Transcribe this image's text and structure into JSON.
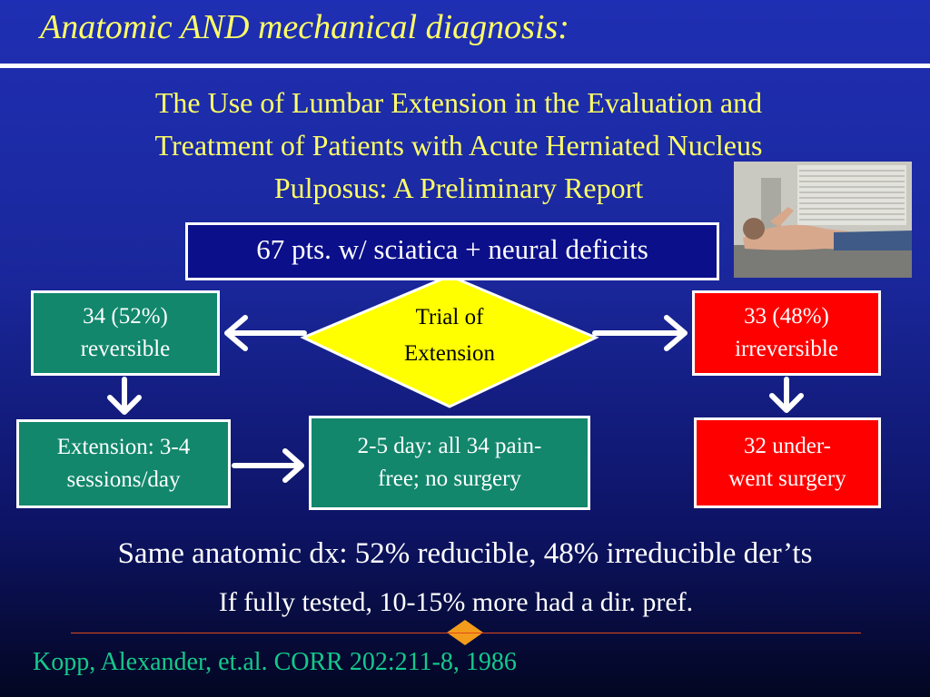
{
  "slide": {
    "title": "Anatomic AND mechanical diagnosis:",
    "paper_title_lines": [
      "The Use of Lumbar Extension in the Evaluation and",
      "Treatment of Patients with Acute Herniated Nucleus",
      "Pulposus: A Preliminary Report"
    ]
  },
  "flow": {
    "top_box": "67 pts. w/ sciatica + neural deficits",
    "decision_lines": [
      "Trial of",
      "Extension"
    ],
    "reversible_lines": [
      "34 (52%)",
      "reversible"
    ],
    "irreversible_lines": [
      "33 (48%)",
      "irreversible"
    ],
    "extension_lines": [
      "Extension: 3-4",
      "sessions/day"
    ],
    "painfree_lines": [
      "2-5 day: all 34 pain-",
      "free; no surgery"
    ],
    "surgery_lines": [
      "32 under-",
      "went surgery"
    ]
  },
  "summary": {
    "line1": "Same anatomic dx: 52% reducible, 48% irreducible der’ts",
    "line2": "If fully tested, 10-15% more had a dir. pref."
  },
  "citation": "Kopp, Alexander, et.al. CORR 202:211-8, 1986",
  "colors": {
    "title_yellow": "#ffff66",
    "teal_box": "#12876c",
    "red_box": "#ff0000",
    "diamond": "#ffff00",
    "citation_green": "#14c98c",
    "rule_orange": "#e04a1c",
    "ornament_orange": "#f39c1b"
  }
}
